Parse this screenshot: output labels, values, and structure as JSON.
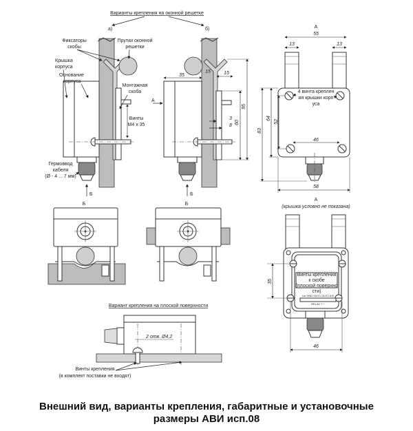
{
  "title_top": "Варианты крепления на оконной решетке",
  "variant_a": "а)",
  "variant_b": "б)",
  "labels": {
    "fixators": [
      "Фиксаторы",
      "скобы"
    ],
    "rods": [
      "Прутки оконной",
      "решетки"
    ],
    "cover": [
      "Крышка",
      "корпуса"
    ],
    "base": [
      "Основание",
      "корпуса"
    ],
    "bracket": [
      "Монтажная",
      "скоба"
    ],
    "screws": [
      "Винты",
      "M4 x 35"
    ],
    "gland": [
      "Гермоввод",
      "кабеля",
      "(Ø - 4 ... 7 мм)"
    ],
    "view_b": "Б",
    "view_a": "А",
    "cover_screws": [
      "4 винта креплен",
      "ия крышки корп",
      "уса"
    ],
    "view_a_note": "(крышка условно не показана)",
    "mount_screws": [
      "Винты крепления",
      "к скобе",
      "(плоской поверхно",
      "сти)"
    ],
    "terminal_top": "Uп GND OUT1 OUT2 A  B",
    "terminal_bottom": "RELAY  +  −",
    "flat_title": "Вариант крепления на плоской поверхности",
    "holes": "2 отв. Ø4,2",
    "flat_screws": [
      "Винты крепления",
      "(в комплект поставки не входят)"
    ]
  },
  "dimensions": {
    "d35": "35",
    "d15a": "15",
    "d15b": "15",
    "d95": "95",
    "d60": "60",
    "d3": "3",
    "d8": "8",
    "d55": "55",
    "d13a": "13",
    "d13b": "13",
    "d83": "83",
    "d64": "64",
    "d52": "52",
    "d46": "46",
    "d58": "58",
    "d35b": "35",
    "d46b": "46"
  },
  "caption": [
    "Внешний вид, варианты крепления, габаритные и установочные",
    "размеры АВИ исп.08"
  ]
}
